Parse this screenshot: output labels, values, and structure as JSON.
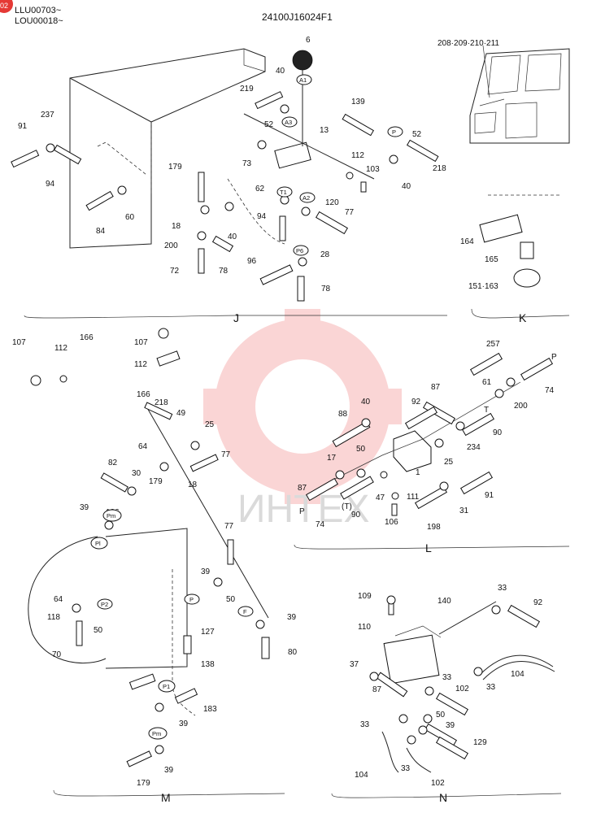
{
  "header": {
    "serial_a": "LLU00703~",
    "serial_b": "LOU00018~",
    "drawing_no": "24100J16024F1",
    "badge": "02"
  },
  "watermark": {
    "text": "ИНТЕХ",
    "color": "#f2a0a0"
  },
  "sections": {
    "J": "J",
    "K": "K",
    "L": "L",
    "M": "M",
    "N": "N"
  },
  "circle_marks": {
    "A1": "A1",
    "A3": "A3",
    "A2": "A2",
    "T1": "T1",
    "P1": "P",
    "P6": "P6",
    "Pm": "Pm",
    "Pl": "Pl",
    "P2": "P2",
    "P": "P",
    "F": "F",
    "P1b": "P1",
    "Pm2": "Pm"
  },
  "text_marks": {
    "P_top": "P",
    "T_mid": "T",
    "P_left": "P",
    "T_left": "(T)"
  },
  "callouts": {
    "j6": "6",
    "j40": "40",
    "j219": "219",
    "j52": "52",
    "j139": "139",
    "j13": "13",
    "j73": "73",
    "j112": "112",
    "j103": "103",
    "j52b": "52",
    "j218": "218",
    "j40b": "40",
    "j91": "91",
    "j237": "237",
    "j94": "94",
    "j84": "84",
    "j60": "60",
    "j179": "179",
    "j18": "18",
    "j200": "200",
    "j72": "72",
    "j78": "78",
    "j40c": "40",
    "j62": "62",
    "j94b": "94",
    "j120": "120",
    "j77": "77",
    "j96": "96",
    "j28": "28",
    "j78b": "78",
    "k208": "208·209·210·211",
    "k164": "164",
    "k165": "165",
    "k151": "151·163",
    "m107": "107",
    "m112": "112",
    "m166": "166",
    "m107b": "107",
    "m112b": "112",
    "m166b": "166",
    "m218": "218",
    "m49": "49",
    "m25": "25",
    "m64": "64",
    "m77": "77",
    "m18": "18",
    "m82": "82",
    "m30": "30",
    "m179": "179",
    "m39": "39",
    "m136": "136",
    "m77b": "77",
    "m39b": "39",
    "m50": "50",
    "m64b": "64",
    "m118": "118",
    "m50b": "50",
    "m70": "70",
    "m127": "127",
    "m39c": "39",
    "m80": "80",
    "m138": "138",
    "m183": "183",
    "m39d": "39",
    "m39e": "39",
    "m179b": "179",
    "l257": "257",
    "l61": "61",
    "l200": "200",
    "l74": "74",
    "l87": "87",
    "l92": "92",
    "l40": "40",
    "l88": "88",
    "l234": "234",
    "l90": "90",
    "l25": "25",
    "l50": "50",
    "l17": "17",
    "l1": "1",
    "l47": "47",
    "l111": "111",
    "l87b": "87",
    "l31": "31",
    "l91": "91",
    "l106": "106",
    "l198": "198",
    "l90b": "90",
    "l74b": "74",
    "n109": "109",
    "n140": "140",
    "n33": "33",
    "n92": "92",
    "n110": "110",
    "n37": "37",
    "n104": "104",
    "n33b": "33",
    "n33c": "33",
    "n87": "87",
    "n102": "102",
    "n50": "50",
    "n33d": "33",
    "n39": "39",
    "n129": "129",
    "n104b": "104",
    "n33e": "33",
    "n102b": "102"
  }
}
